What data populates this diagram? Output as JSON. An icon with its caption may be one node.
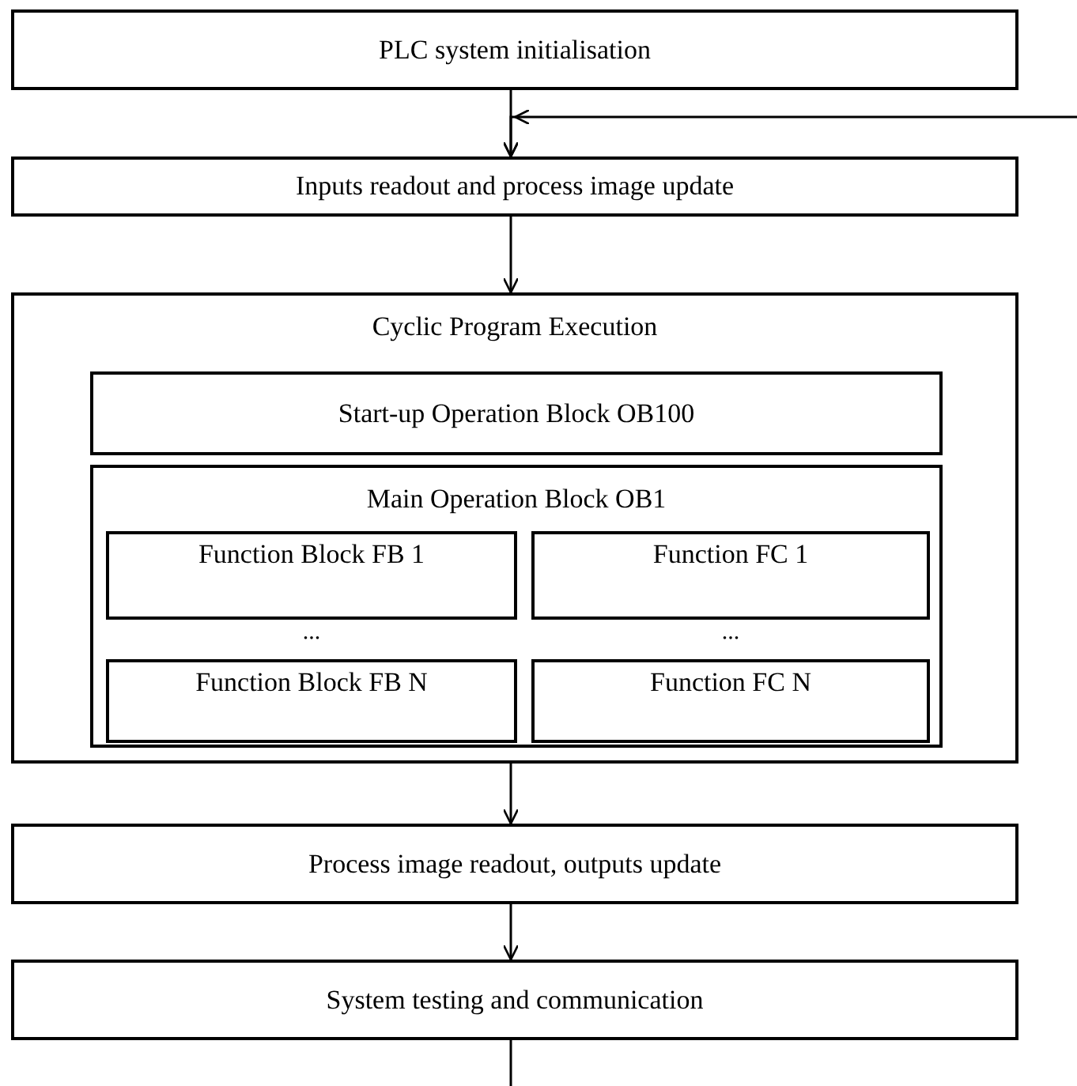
{
  "diagram": {
    "nodes": [
      {
        "text": [
          "PLC system initialisation"
        ]
      },
      {
        "text": [
          "Inputs readout and process image update"
        ]
      },
      {
        "text": [
          "Cyclic Program Execution"
        ]
      },
      {
        "text": [
          "Start-up Operation Block OB100"
        ],
        "in": 2
      },
      {
        "text": [
          "Main Operation Block OB1"
        ],
        "in": 2
      },
      {
        "text": [
          "Function Block FB 1"
        ],
        "in": 4
      },
      {
        "text": [
          "Function FC 1"
        ],
        "in": 4
      },
      {
        "text": [
          "Function Block FB N"
        ],
        "in": 4
      },
      {
        "text": [
          "Function FC N"
        ],
        "in": 4
      },
      {
        "text": [
          "Process image readout, outputs update"
        ]
      },
      {
        "text": [
          "System testing and communication"
        ]
      }
    ],
    "edges": [
      {
        "from": 0,
        "to": 1,
        "arrow": "to"
      },
      {
        "from": null,
        "to": 1,
        "arrow": "to"
      },
      {
        "from": 1,
        "to": 2,
        "arrow": "to"
      },
      {
        "from": 2,
        "to": 9,
        "arrow": "to"
      },
      {
        "from": 9,
        "to": 10,
        "arrow": "to"
      },
      {
        "from": 10,
        "to": null,
        "arrow": "none"
      }
    ],
    "labels": [
      "...",
      "..."
    ]
  }
}
